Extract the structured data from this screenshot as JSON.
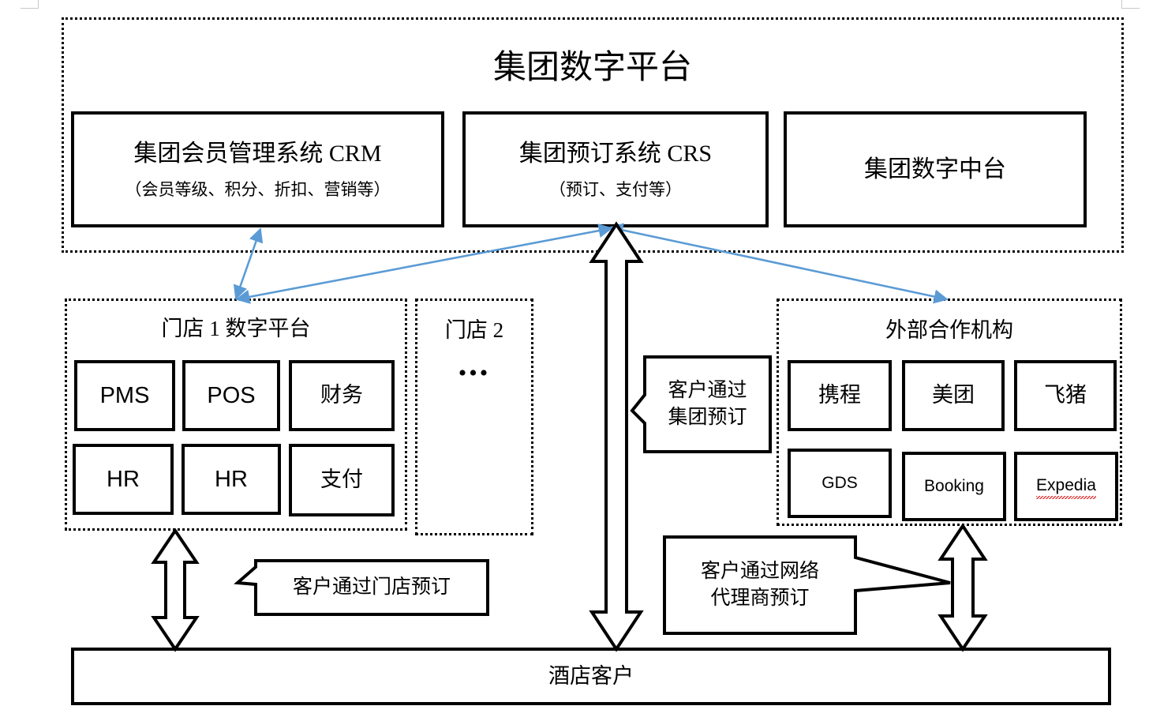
{
  "diagram": {
    "group_platform": {
      "title": "集团数字平台",
      "systems": [
        {
          "name": "集团会员管理系统 CRM",
          "subtitle": "（会员等级、积分、折扣、营销等）"
        },
        {
          "name": "集团预订系统 CRS",
          "subtitle": "（预订、支付等）"
        },
        {
          "name": "集团数字中台",
          "subtitle": ""
        }
      ]
    },
    "store1": {
      "title": "门店 1 数字平台",
      "modules": [
        "PMS",
        "POS",
        "财务",
        "HR",
        "HR",
        "支付"
      ]
    },
    "store2": {
      "title": "门店 2",
      "ellipsis": "•••"
    },
    "partners": {
      "title": "外部合作机构",
      "items": [
        {
          "label": "携程",
          "style": "cn",
          "misspelled": false
        },
        {
          "label": "美团",
          "style": "cn",
          "misspelled": false
        },
        {
          "label": "飞猪",
          "style": "cn",
          "misspelled": false
        },
        {
          "label": "GDS",
          "style": "lat",
          "misspelled": false
        },
        {
          "label": "Booking",
          "style": "lat",
          "misspelled": false
        },
        {
          "label": "Expedia",
          "style": "lat",
          "misspelled": true
        }
      ]
    },
    "customers": {
      "title": "酒店客户"
    },
    "callouts": [
      {
        "id": "via-group",
        "lines": [
          "客户通过",
          "集团预订"
        ],
        "tail": "left"
      },
      {
        "id": "via-store",
        "lines": [
          "客户通过门店预订"
        ],
        "tail": "left"
      },
      {
        "id": "via-ota",
        "lines": [
          "客户通过网络",
          "代理商预订"
        ],
        "tail": "right"
      }
    ],
    "colors": {
      "link_blue": "#5B9BD5",
      "outline": "#000000",
      "background": "#FFFFFF",
      "spellcheck_red": "#E03030",
      "crop_mark": "#C9C9C9"
    }
  }
}
